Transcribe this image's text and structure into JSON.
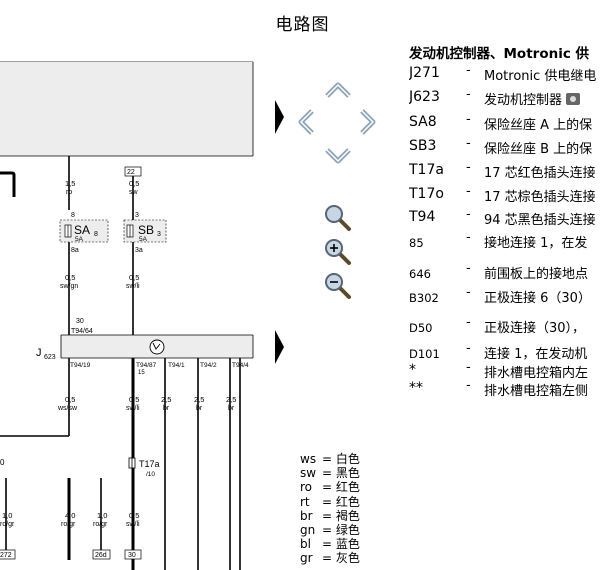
{
  "title": "电路图",
  "legend": {
    "title": "发动机控制器、Motronic 供",
    "items": [
      {
        "code": "J271",
        "desc": "Motronic 供电继电",
        "camera": false,
        "small": false
      },
      {
        "code": "J623",
        "desc": "发动机控制器",
        "camera": true,
        "small": false
      },
      {
        "code": "SA8",
        "desc": "保险丝座 A 上的保",
        "camera": false,
        "small": false
      },
      {
        "code": "SB3",
        "desc": "保险丝座 B 上的保",
        "camera": false,
        "small": false
      },
      {
        "code": "T17a",
        "desc": "17 芯红色插头连接",
        "camera": false,
        "small": false
      },
      {
        "code": "T17o",
        "desc": "17 芯棕色插头连接",
        "camera": false,
        "small": false
      },
      {
        "code": "T94",
        "desc": "94 芯黑色插头连接",
        "camera": false,
        "small": false
      },
      {
        "code": "85",
        "desc": "接地连接 1，在发",
        "camera": false,
        "small": true
      },
      {
        "code": "646",
        "desc": "前围板上的接地点",
        "camera": false,
        "small": true
      },
      {
        "code": "B302",
        "desc": "正极连接 6（30）",
        "camera": false,
        "small": true
      },
      {
        "code": "D50",
        "desc": "正极连接（30），",
        "camera": false,
        "small": true
      },
      {
        "code": "D101",
        "desc": "连接 1，在发动机",
        "camera": false,
        "small": true
      },
      {
        "code": "*",
        "desc": "排水槽电控箱内左",
        "camera": false,
        "small": false
      },
      {
        "code": "**",
        "desc": "排水槽电控箱左侧",
        "camera": false,
        "small": false
      }
    ]
  },
  "color_key": [
    {
      "abbr": "ws",
      "name": "白色"
    },
    {
      "abbr": "sw",
      "name": "黑色"
    },
    {
      "abbr": "ro",
      "name": "红色"
    },
    {
      "abbr": "rt",
      "name": "红色"
    },
    {
      "abbr": "br",
      "name": "褐色"
    },
    {
      "abbr": "gn",
      "name": "绿色"
    },
    {
      "abbr": "bl",
      "name": "蓝色"
    },
    {
      "abbr": "gr",
      "name": "灰色"
    }
  ],
  "schematic": {
    "fuse_sa": {
      "code": "SA",
      "sub": "8",
      "rating": "5A",
      "pin_in": "8",
      "pin_out": "8a"
    },
    "fuse_sb": {
      "code": "SB",
      "sub": "3",
      "rating": "5A",
      "pin_in": "3",
      "pin_out": "3a"
    },
    "sb_top_box": "22",
    "ctrl_label": "J",
    "ctrl_sub": "623",
    "wires": {
      "w1_top": [
        "1,5",
        "ro"
      ],
      "w2_top": [
        "0,5",
        "sw"
      ],
      "w1_mid": [
        "0,5",
        "sw/gn"
      ],
      "w2_mid": [
        "0,5",
        "sw/li"
      ],
      "w_30": "30",
      "conn_in": "T94/64",
      "pins": [
        "T94/19",
        "T94/87",
        "T94/1",
        "T94/2",
        "T94/4"
      ],
      "pin87_sub": "15",
      "bottom": [
        [
          "0,5",
          "ws/sw"
        ],
        [
          "0,5",
          "sw/li"
        ],
        [
          "2,5",
          "br"
        ],
        [
          "2,5",
          "br"
        ],
        [
          "2,5",
          "br"
        ]
      ],
      "t17a": "T17a",
      "t17a_pin": "/10",
      "lower": [
        [
          "1,0",
          "ro/gr"
        ],
        [
          "4,0",
          "ro/gr"
        ],
        [
          "1,0",
          "ro/gr"
        ],
        [
          "0,5",
          "sw/li"
        ]
      ],
      "bottom_boxes": [
        "272",
        "26d",
        "30"
      ]
    }
  }
}
